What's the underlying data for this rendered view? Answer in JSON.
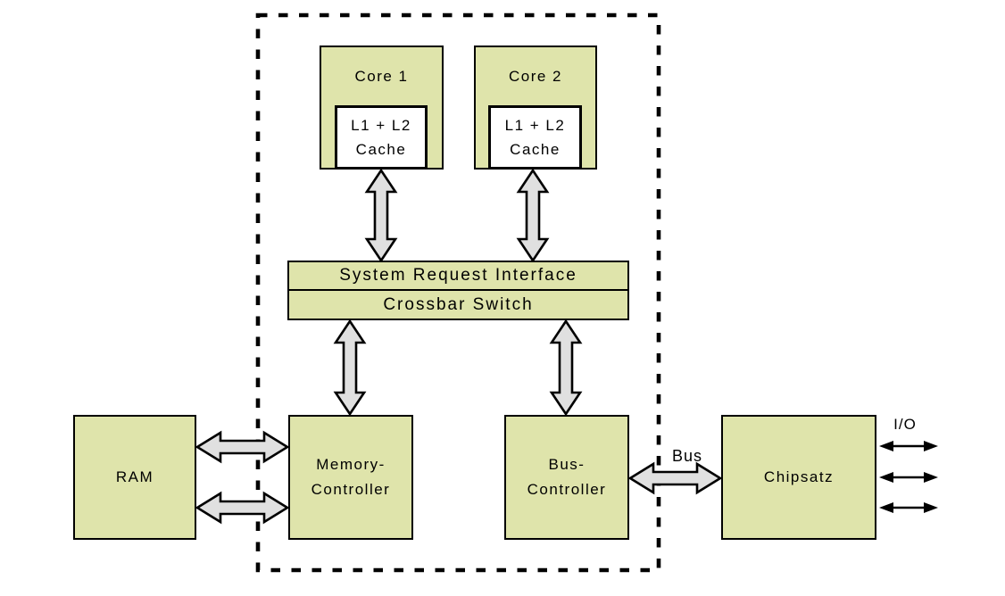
{
  "colors": {
    "box_fill": "#dfe4ab",
    "cache_fill": "#ffffff",
    "arrow_fill": "#e0e0e0",
    "line": "#000000",
    "background": "#ffffff"
  },
  "nodes": {
    "core1": {
      "label": "Core 1",
      "cache": {
        "line1": "L1 + L2",
        "line2": "Cache"
      }
    },
    "core2": {
      "label": "Core 2",
      "cache": {
        "line1": "L1 + L2",
        "line2": "Cache"
      }
    },
    "sri": {
      "label": "System Request Interface"
    },
    "crossbar": {
      "label": "Crossbar Switch"
    },
    "ram": {
      "label": "RAM"
    },
    "memory_controller": {
      "line1": "Memory-",
      "line2": "Controller"
    },
    "bus_controller": {
      "line1": "Bus-",
      "line2": "Controller"
    },
    "chipsatz": {
      "label": "Chipsatz"
    }
  },
  "edge_labels": {
    "bus": "Bus",
    "io": "I/O"
  }
}
